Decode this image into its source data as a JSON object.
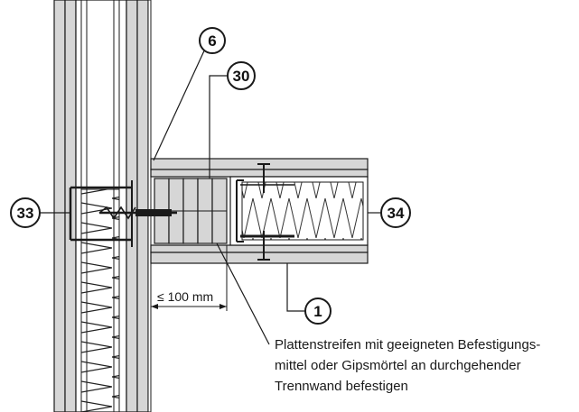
{
  "callouts": {
    "c6": "6",
    "c30": "30",
    "c33": "33",
    "c34": "34",
    "c1": "1"
  },
  "dimension": "≤ 100 mm",
  "note": {
    "line1": "Plattenstreifen mit geeigneten Befestigungs-",
    "line2": "mittel oder Gipsmörtel an durchgehender",
    "line3": "Trennwand befestigen"
  },
  "colors": {
    "board": "#d6d6d6",
    "stroke": "#1a1a1a",
    "insulation": "#ffffff"
  }
}
